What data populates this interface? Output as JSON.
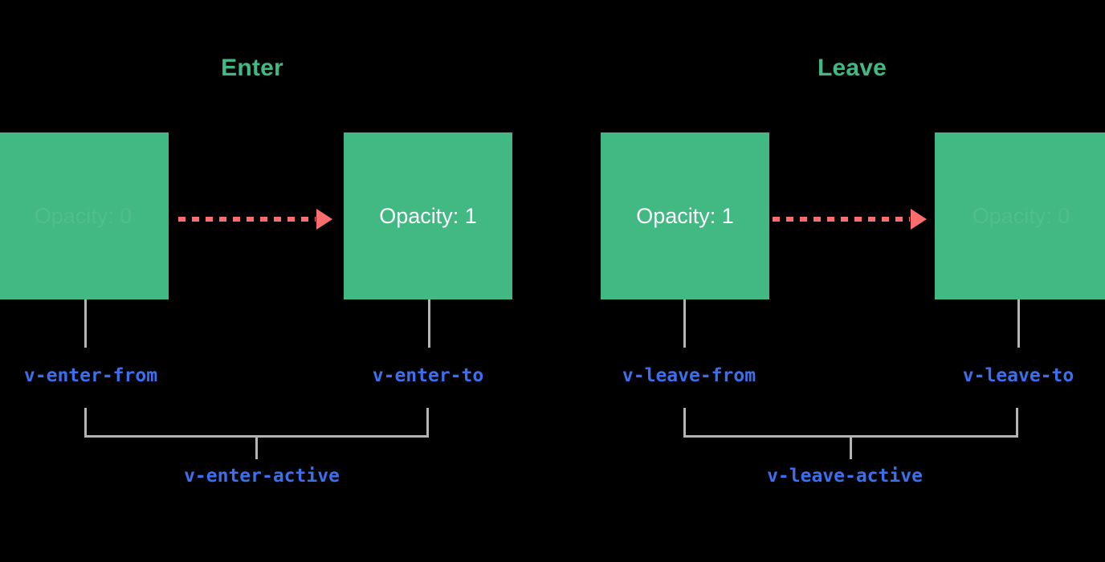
{
  "theme": {
    "background": "#000000",
    "box_green": "#42b883",
    "title_green": "#42b883",
    "arrow_coral": "#fc6d6d",
    "label_blue": "#3b6fed",
    "connector_gray": "#b4b4b4",
    "box_text_white": "#ffffff"
  },
  "sections": [
    {
      "id": "enter",
      "title": "Enter"
    },
    {
      "id": "leave",
      "title": "Leave"
    }
  ],
  "boxes": [
    {
      "id": "enter-from",
      "opacity_text": "Opacity: 0",
      "faded": true
    },
    {
      "id": "enter-to",
      "opacity_text": "Opacity: 1",
      "faded": false
    },
    {
      "id": "leave-from",
      "opacity_text": "Opacity: 1",
      "faded": false
    },
    {
      "id": "leave-to",
      "opacity_text": "Opacity: 0",
      "faded": true
    }
  ],
  "class_labels": {
    "enter_from": "v-enter-from",
    "enter_to": "v-enter-to",
    "leave_from": "v-leave-from",
    "leave_to": "v-leave-to",
    "enter_active": "v-enter-active",
    "leave_active": "v-leave-active"
  },
  "arrows": [
    {
      "id": "enter-arrow",
      "style": "dashed",
      "direction": "right"
    },
    {
      "id": "leave-arrow",
      "style": "dashed",
      "direction": "right"
    }
  ]
}
